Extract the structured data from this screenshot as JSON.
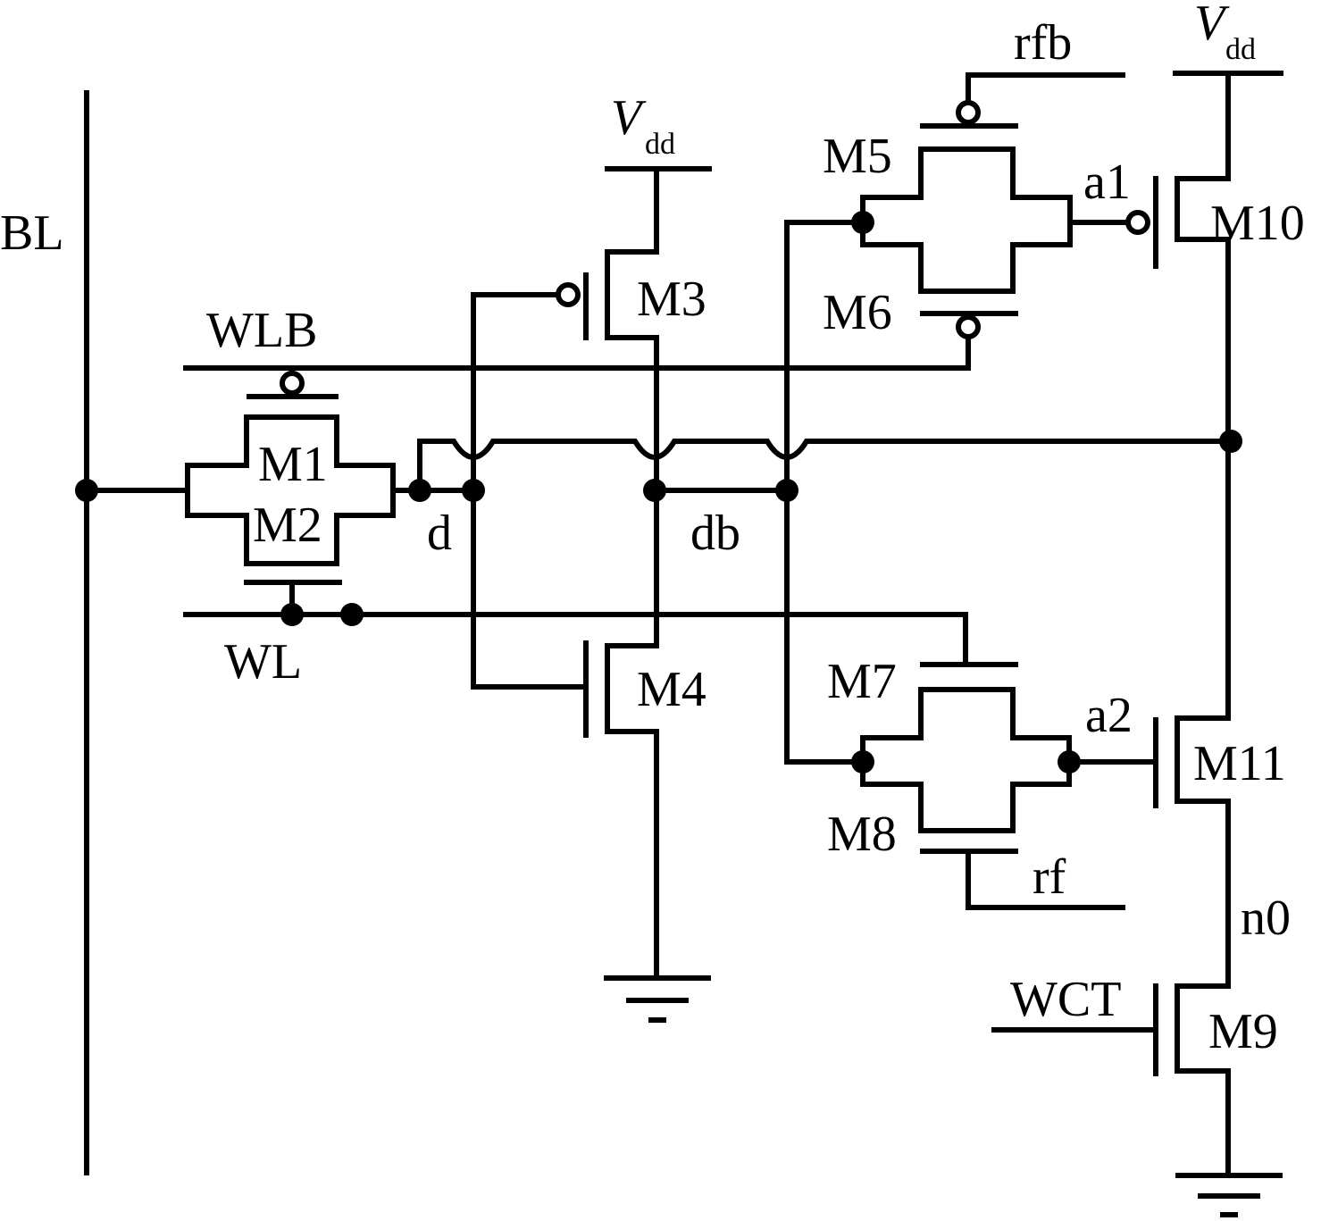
{
  "nets": {
    "bit_line": "BL",
    "word_line": "WL",
    "word_line_bar": "WLB",
    "node_d": "d",
    "node_db": "db",
    "refresh": "rf",
    "refresh_bar": "rfb",
    "node_a1": "a1",
    "node_a2": "a2",
    "node_n0": "n0",
    "write_control": "WCT"
  },
  "supply": {
    "symbol": "V",
    "subscript": "dd"
  },
  "transistors": {
    "m1": "M1",
    "m2": "M2",
    "m3": "M3",
    "m4": "M4",
    "m5": "M5",
    "m6": "M6",
    "m7": "M7",
    "m8": "M8",
    "m9": "M9",
    "m10": "M10",
    "m11": "M11"
  },
  "colors": {
    "ink": "#000000",
    "paper": "#ffffff"
  }
}
